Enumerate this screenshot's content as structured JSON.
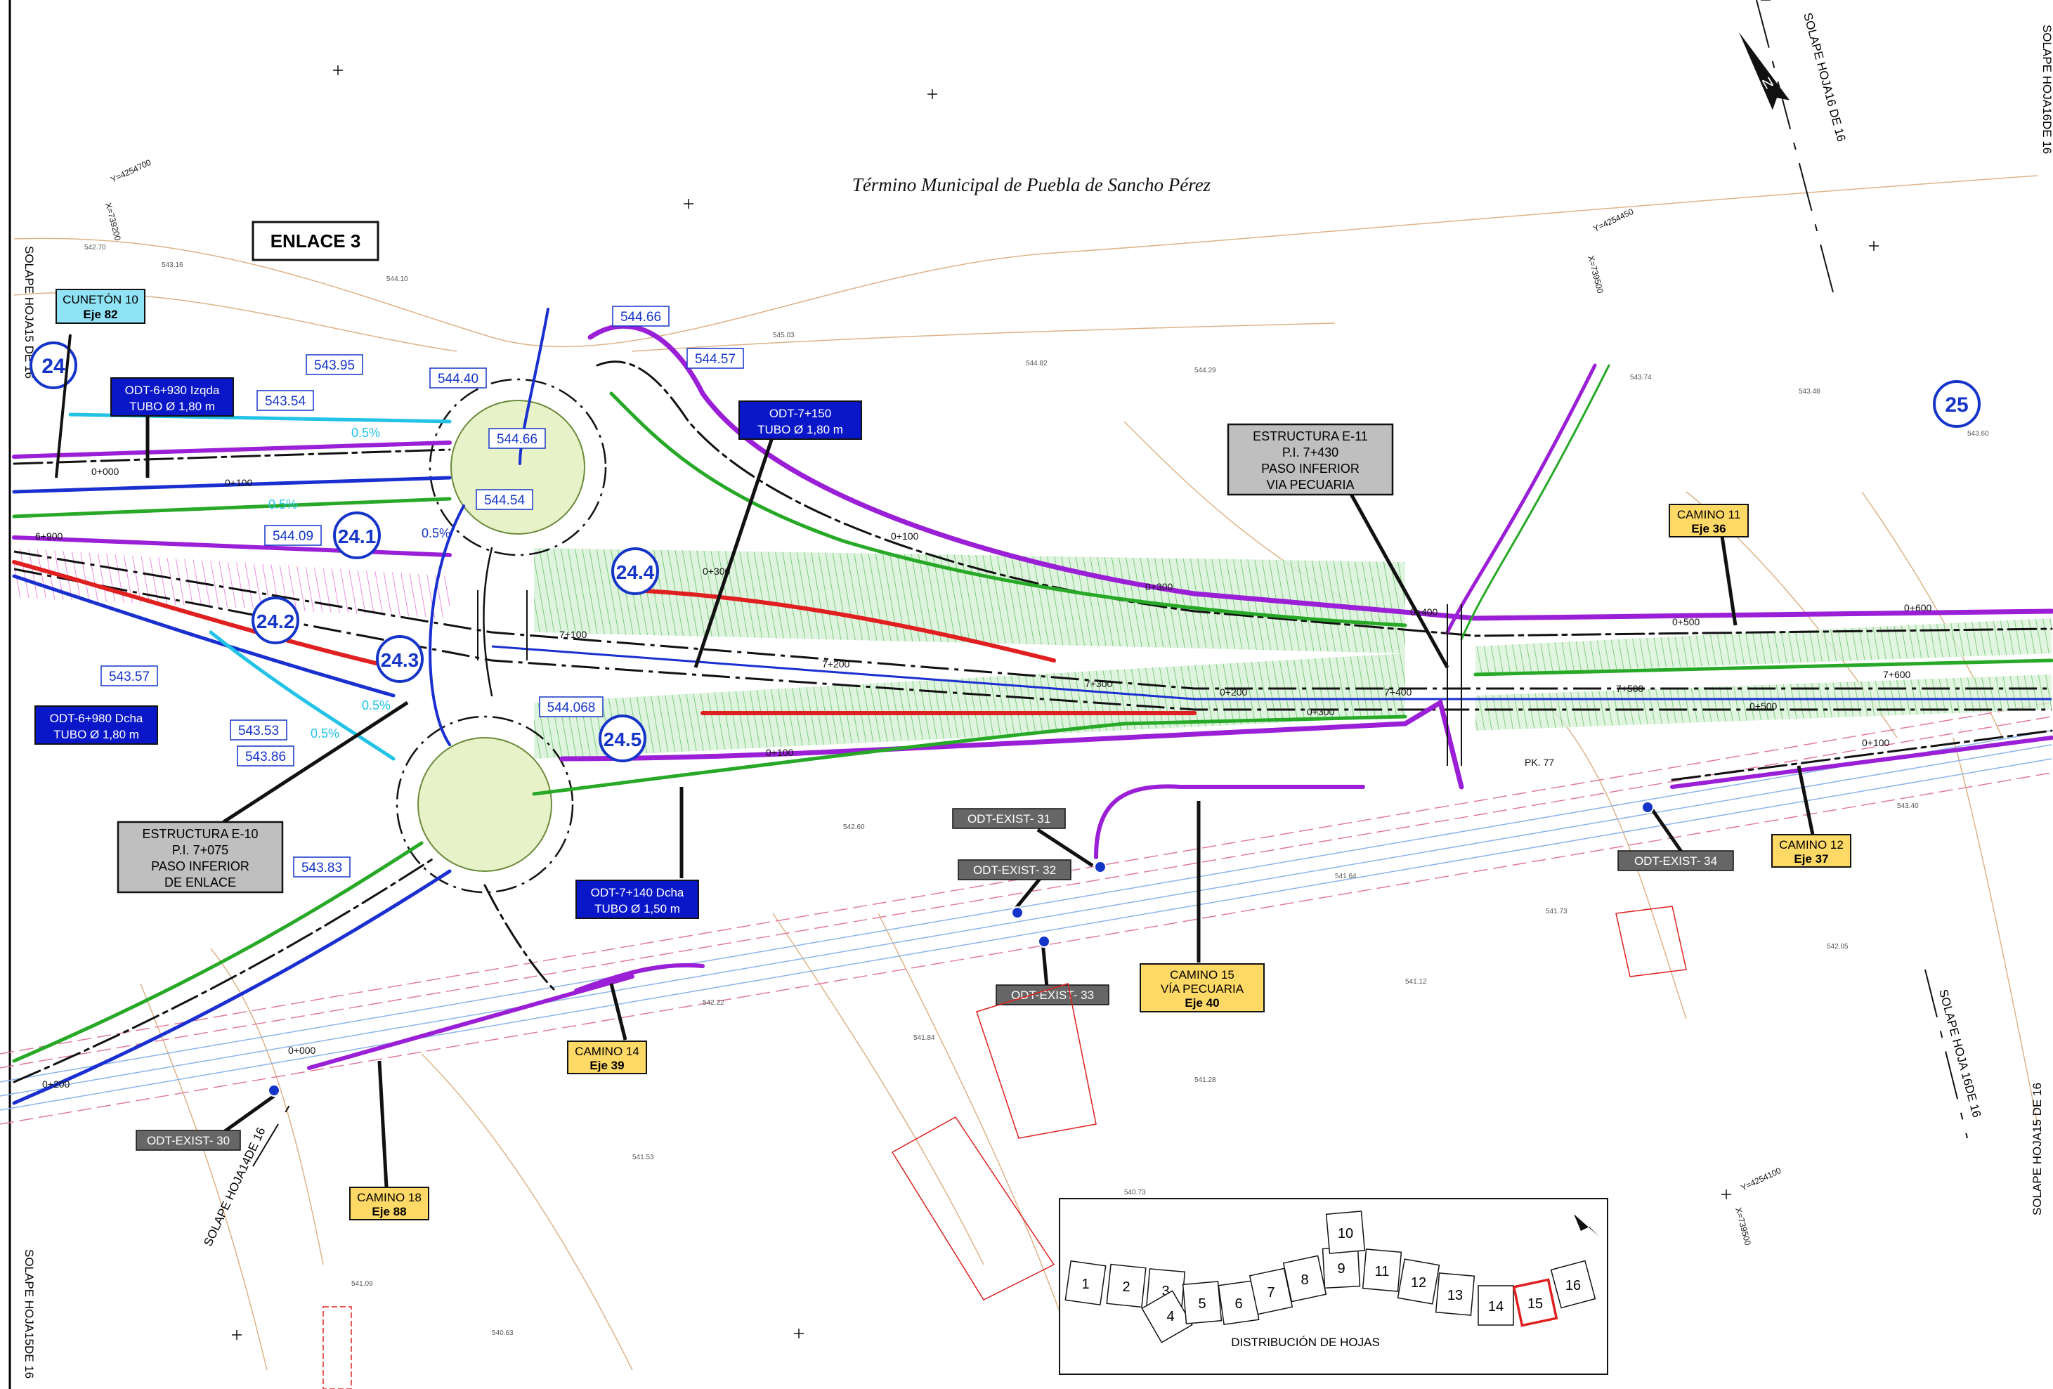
{
  "title": "Término Municipal de Puebla de Sancho Pérez",
  "enlace": "ENLACE 3",
  "overlaps": {
    "left_top": "SOLAPE HOJA15 DE 16",
    "left_bottom": "SOLAPE HOJA15DE 16",
    "top_right": "SOLAPE HOJA16 DE 16",
    "right_top": "SOLAPE HOJA16DE 16",
    "right_mid": "SOLAPE HOJA 16DE 16",
    "right_bottom": "SOLAPE HOJA15 DE 16",
    "bottom_left": "SOLAPE HOJA14DE 16"
  },
  "circles": [
    "24",
    "25",
    "24.1",
    "24.2",
    "24.3",
    "24.4",
    "24.5"
  ],
  "structures": [
    {
      "l1": "ESTRUCTURA E-10",
      "l2": "P.I. 7+075",
      "l3": "PASO INFERIOR",
      "l4": "DE ENLACE"
    },
    {
      "l1": "ESTRUCTURA E-11",
      "l2": "P.I. 7+430",
      "l3": "PASO INFERIOR",
      "l4": "VIA PECUARIA"
    }
  ],
  "odt": [
    {
      "l1": "ODT-6+930 Izqda",
      "l2": "TUBO Ø 1,80 m"
    },
    {
      "l1": "ODT-6+980 Dcha",
      "l2": "TUBO Ø 1,80 m"
    },
    {
      "l1": "ODT-7+150",
      "l2": "TUBO Ø 1,80 m"
    },
    {
      "l1": "ODT-7+140 Dcha",
      "l2": "TUBO Ø 1,50 m"
    }
  ],
  "odt_exist": [
    "ODT-EXIST- 30",
    "ODT-EXIST- 31",
    "ODT-EXIST- 32",
    "ODT-EXIST- 33",
    "ODT-EXIST- 34"
  ],
  "caminos": [
    {
      "l1": "CAMINO 11",
      "l2": "Eje 36"
    },
    {
      "l1": "CAMINO 12",
      "l2": "Eje 37"
    },
    {
      "l1": "CAMINO 14",
      "l2": "Eje 39"
    },
    {
      "l1": "CAMINO 15",
      "l2": "VÍA PECUARIA",
      "l3": "Eje 40"
    },
    {
      "l1": "CAMINO 18",
      "l2": "Eje 88"
    }
  ],
  "cuneton": {
    "l1": "CUNETÓN 10",
    "l2": "Eje 82"
  },
  "elevations": [
    "543.54",
    "543.95",
    "544.40",
    "544.66",
    "544.57",
    "544.66",
    "544.54",
    "544.09",
    "543.57",
    "543.53",
    "543.86",
    "543.83",
    "544.068"
  ],
  "chainages": [
    "0+000",
    "0+100",
    "0+200",
    "0+300",
    "0+400",
    "0+500",
    "0+600",
    "6+900",
    "7+100",
    "7+200",
    "7+300",
    "7+400",
    "7+500",
    "7+600",
    "PK. 77"
  ],
  "slopes": [
    "0.5%",
    "0.5%",
    "0.5%",
    "0.5%",
    "0.5%"
  ],
  "sheet_legend": {
    "caption": "DISTRIBUCIÓN DE HOJAS",
    "sheets": [
      "1",
      "2",
      "3",
      "4",
      "5",
      "6",
      "7",
      "8",
      "9",
      "10",
      "11",
      "12",
      "13",
      "14",
      "15",
      "16"
    ],
    "current": "15"
  },
  "coords": [
    "Y=4254700",
    "X=739200",
    "Y=4254450",
    "X=739500",
    "Y=4254100",
    "X=739500"
  ],
  "north": "N",
  "colors": {
    "road_black": "#111111",
    "road_blue": "#1a2fd0",
    "road_purple": "#9a1fd6",
    "road_green": "#27a927",
    "road_red": "#e02020",
    "road_cyan": "#22c3e6",
    "terrain": "#d4a06a",
    "box_yellow": "#ffd966",
    "box_gray": "#bfbfbf",
    "box_darkgray": "#666666",
    "box_navy": "#0a17c8",
    "box_cyan": "#8fe3f5",
    "circle_blue": "#1535c8"
  }
}
